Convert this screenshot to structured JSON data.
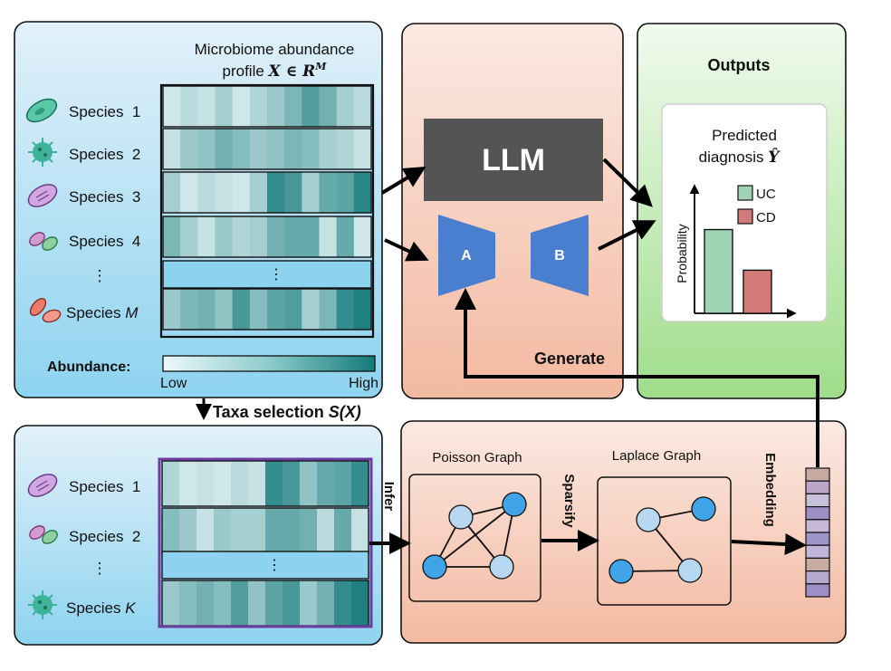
{
  "top_panel": {
    "title_line1": "Microbiome abundance",
    "title_line2_prefix": "profile ",
    "title_math": "X ∈ R",
    "title_sup": "M",
    "species": [
      "Species  1",
      "Species  2",
      "Species  3",
      "Species  4",
      "⋮",
      "Species  M"
    ],
    "species_m_prefix": "Species ",
    "species_m_var": "M",
    "abundance_label": "Abundance:",
    "low_label": "Low",
    "high_label": "High",
    "ellipsis": "⋮",
    "heatmap_rows": [
      [
        0.1,
        0.2,
        0.15,
        0.3,
        0.1,
        0.25,
        0.35,
        0.5,
        0.7,
        0.55,
        0.3,
        0.2
      ],
      [
        0.15,
        0.35,
        0.4,
        0.55,
        0.45,
        0.35,
        0.4,
        0.5,
        0.45,
        0.3,
        0.25,
        0.15
      ],
      [
        0.3,
        0.1,
        0.2,
        0.15,
        0.1,
        0.3,
        0.85,
        0.75,
        0.3,
        0.6,
        0.65,
        0.9
      ],
      [
        0.5,
        0.3,
        0.15,
        0.35,
        0.25,
        0.3,
        0.55,
        0.6,
        0.6,
        0.15,
        0.6,
        0.1
      ],
      [
        0.35,
        0.5,
        0.55,
        0.4,
        0.75,
        0.45,
        0.65,
        0.7,
        0.3,
        0.5,
        0.85,
        0.95
      ]
    ]
  },
  "taxa_selection": {
    "label": "Taxa selection ",
    "label_math": "S(X)"
  },
  "bottom_panel": {
    "species": [
      "Species  1",
      "Species  2",
      "⋮",
      "Species  K"
    ],
    "species_k_prefix": "Species ",
    "species_k_var": "K",
    "ellipsis": "⋮",
    "heatmap_rows": [
      [
        0.25,
        0.1,
        0.15,
        0.1,
        0.2,
        0.15,
        0.85,
        0.75,
        0.4,
        0.6,
        0.65,
        0.85
      ],
      [
        0.45,
        0.35,
        0.15,
        0.35,
        0.3,
        0.3,
        0.6,
        0.6,
        0.55,
        0.2,
        0.6,
        0.15
      ],
      [
        0.35,
        0.45,
        0.55,
        0.45,
        0.7,
        0.4,
        0.65,
        0.75,
        0.35,
        0.55,
        0.85,
        0.95
      ]
    ]
  },
  "generate_panel": {
    "llm_label": "LLM",
    "a_label": "A",
    "b_label": "B",
    "generate_label": "Generate"
  },
  "outputs_panel": {
    "title": "Outputs",
    "chart_title_line1": "Predicted",
    "chart_title_line2": "diagnosis ",
    "chart_title_math": "Ŷ",
    "ylabel": "Probability",
    "legend": [
      {
        "name": "UC",
        "color": "#9fd3b4"
      },
      {
        "name": "CD",
        "color": "#d37a7a"
      }
    ]
  },
  "chart_data": {
    "type": "bar",
    "title": "Predicted diagnosis Ŷ",
    "xlabel": "",
    "ylabel": "Probability",
    "categories": [
      "UC",
      "CD"
    ],
    "values": [
      0.68,
      0.35
    ],
    "ylim": [
      0,
      1
    ],
    "legend": "top-right",
    "grid": false
  },
  "graph_panel": {
    "infer_label": "Infer",
    "poisson_label": "Poisson Graph",
    "sparsify_label": "Sparsify",
    "laplace_label": "Laplace Graph",
    "embedding_label": "Embedding",
    "embedding_cells": [
      "#c8aba0",
      "#b9a6c9",
      "#c6c0d8",
      "#9c8fc2",
      "#c7b7d6",
      "#9f94c8",
      "#c0b6da",
      "#c8aba0",
      "#b6a9cf",
      "#9d8fc6"
    ]
  },
  "colors": {
    "teal_dark": "#147a7a",
    "teal_light": "#e4f3f6",
    "panel_blue_top": "#e2f1fa",
    "panel_blue_bottom": "#8ed3ef",
    "panel_peach_top": "#fbe9e2",
    "panel_peach_bottom": "#f3b9a1",
    "panel_green_top": "#eefaec",
    "panel_green_bottom": "#9fdd8a",
    "llm_box": "#545454",
    "ab_blue": "#4a7fd0",
    "node_blue": "#3fa4e8",
    "node_light": "#b8d8f2",
    "purple_border": "#6b3ea0"
  }
}
